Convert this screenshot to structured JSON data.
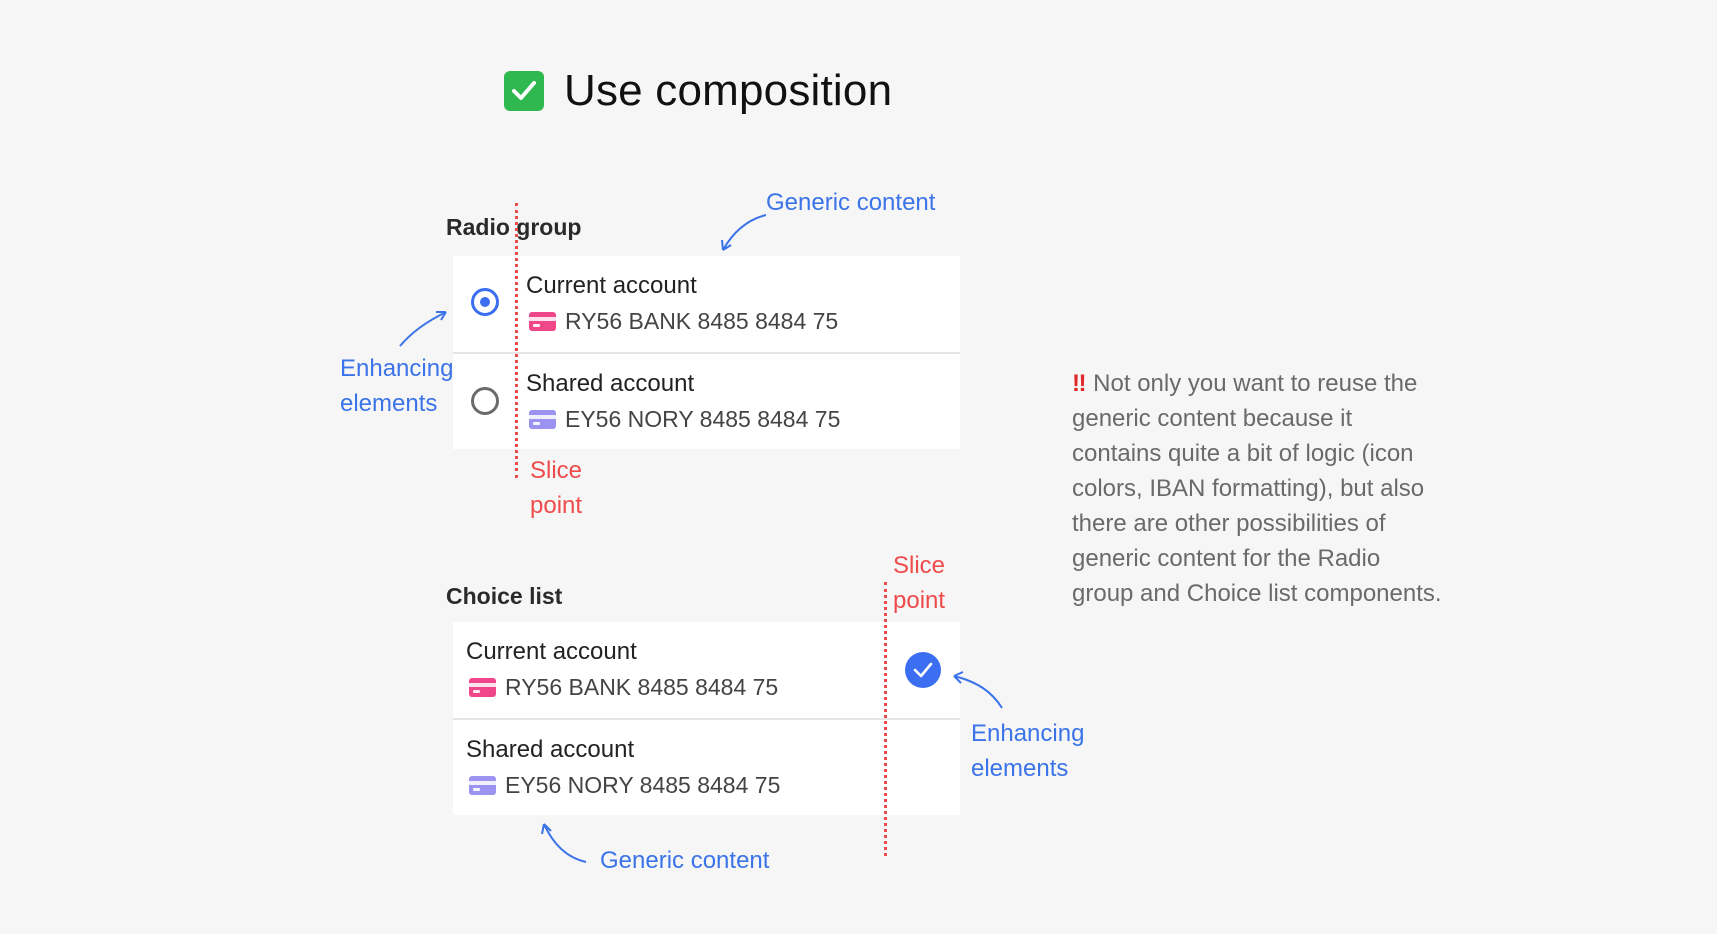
{
  "title": "Use composition",
  "radio_group": {
    "label": "Radio group",
    "items": [
      {
        "title": "Current account",
        "iban": "RY56 BANK 8485 8484 75",
        "icon_color": "#f0468a",
        "selected": true
      },
      {
        "title": "Shared account",
        "iban": "EY56 NORY 8485 8484 75",
        "icon_color": "#9c93f0",
        "selected": false
      }
    ],
    "annotations": {
      "generic_content": "Generic content",
      "enhancing_elements_line1": "Enhancing",
      "enhancing_elements_line2": "elements",
      "slice_point_line1": "Slice",
      "slice_point_line2": "point"
    }
  },
  "choice_list": {
    "label": "Choice list",
    "items": [
      {
        "title": "Current account",
        "iban": "RY56 BANK 8485 8484 75",
        "icon_color": "#f0468a",
        "selected": true
      },
      {
        "title": "Shared account",
        "iban": "EY56 NORY 8485 8484 75",
        "icon_color": "#9c93f0",
        "selected": false
      }
    ],
    "annotations": {
      "generic_content": "Generic content",
      "enhancing_elements_line1": "Enhancing",
      "enhancing_elements_line2": "elements",
      "slice_point_line1": "Slice",
      "slice_point_line2": "point"
    }
  },
  "note": {
    "marker": "‼",
    "text": "Not only you want to reuse the generic content because it contains quite a bit of logic (icon colors, IBAN formatting), but also there are other possibilities of generic content for the Radio group and Choice list components."
  },
  "colors": {
    "accent_blue": "#3b6ef0",
    "annotation_blue": "#3b73e8",
    "annotation_red": "#ef4b4b",
    "check_green": "#2fb84e"
  },
  "icons": {
    "title_icon": "check-mark-button-icon",
    "account_icon": "credit-card-icon"
  }
}
